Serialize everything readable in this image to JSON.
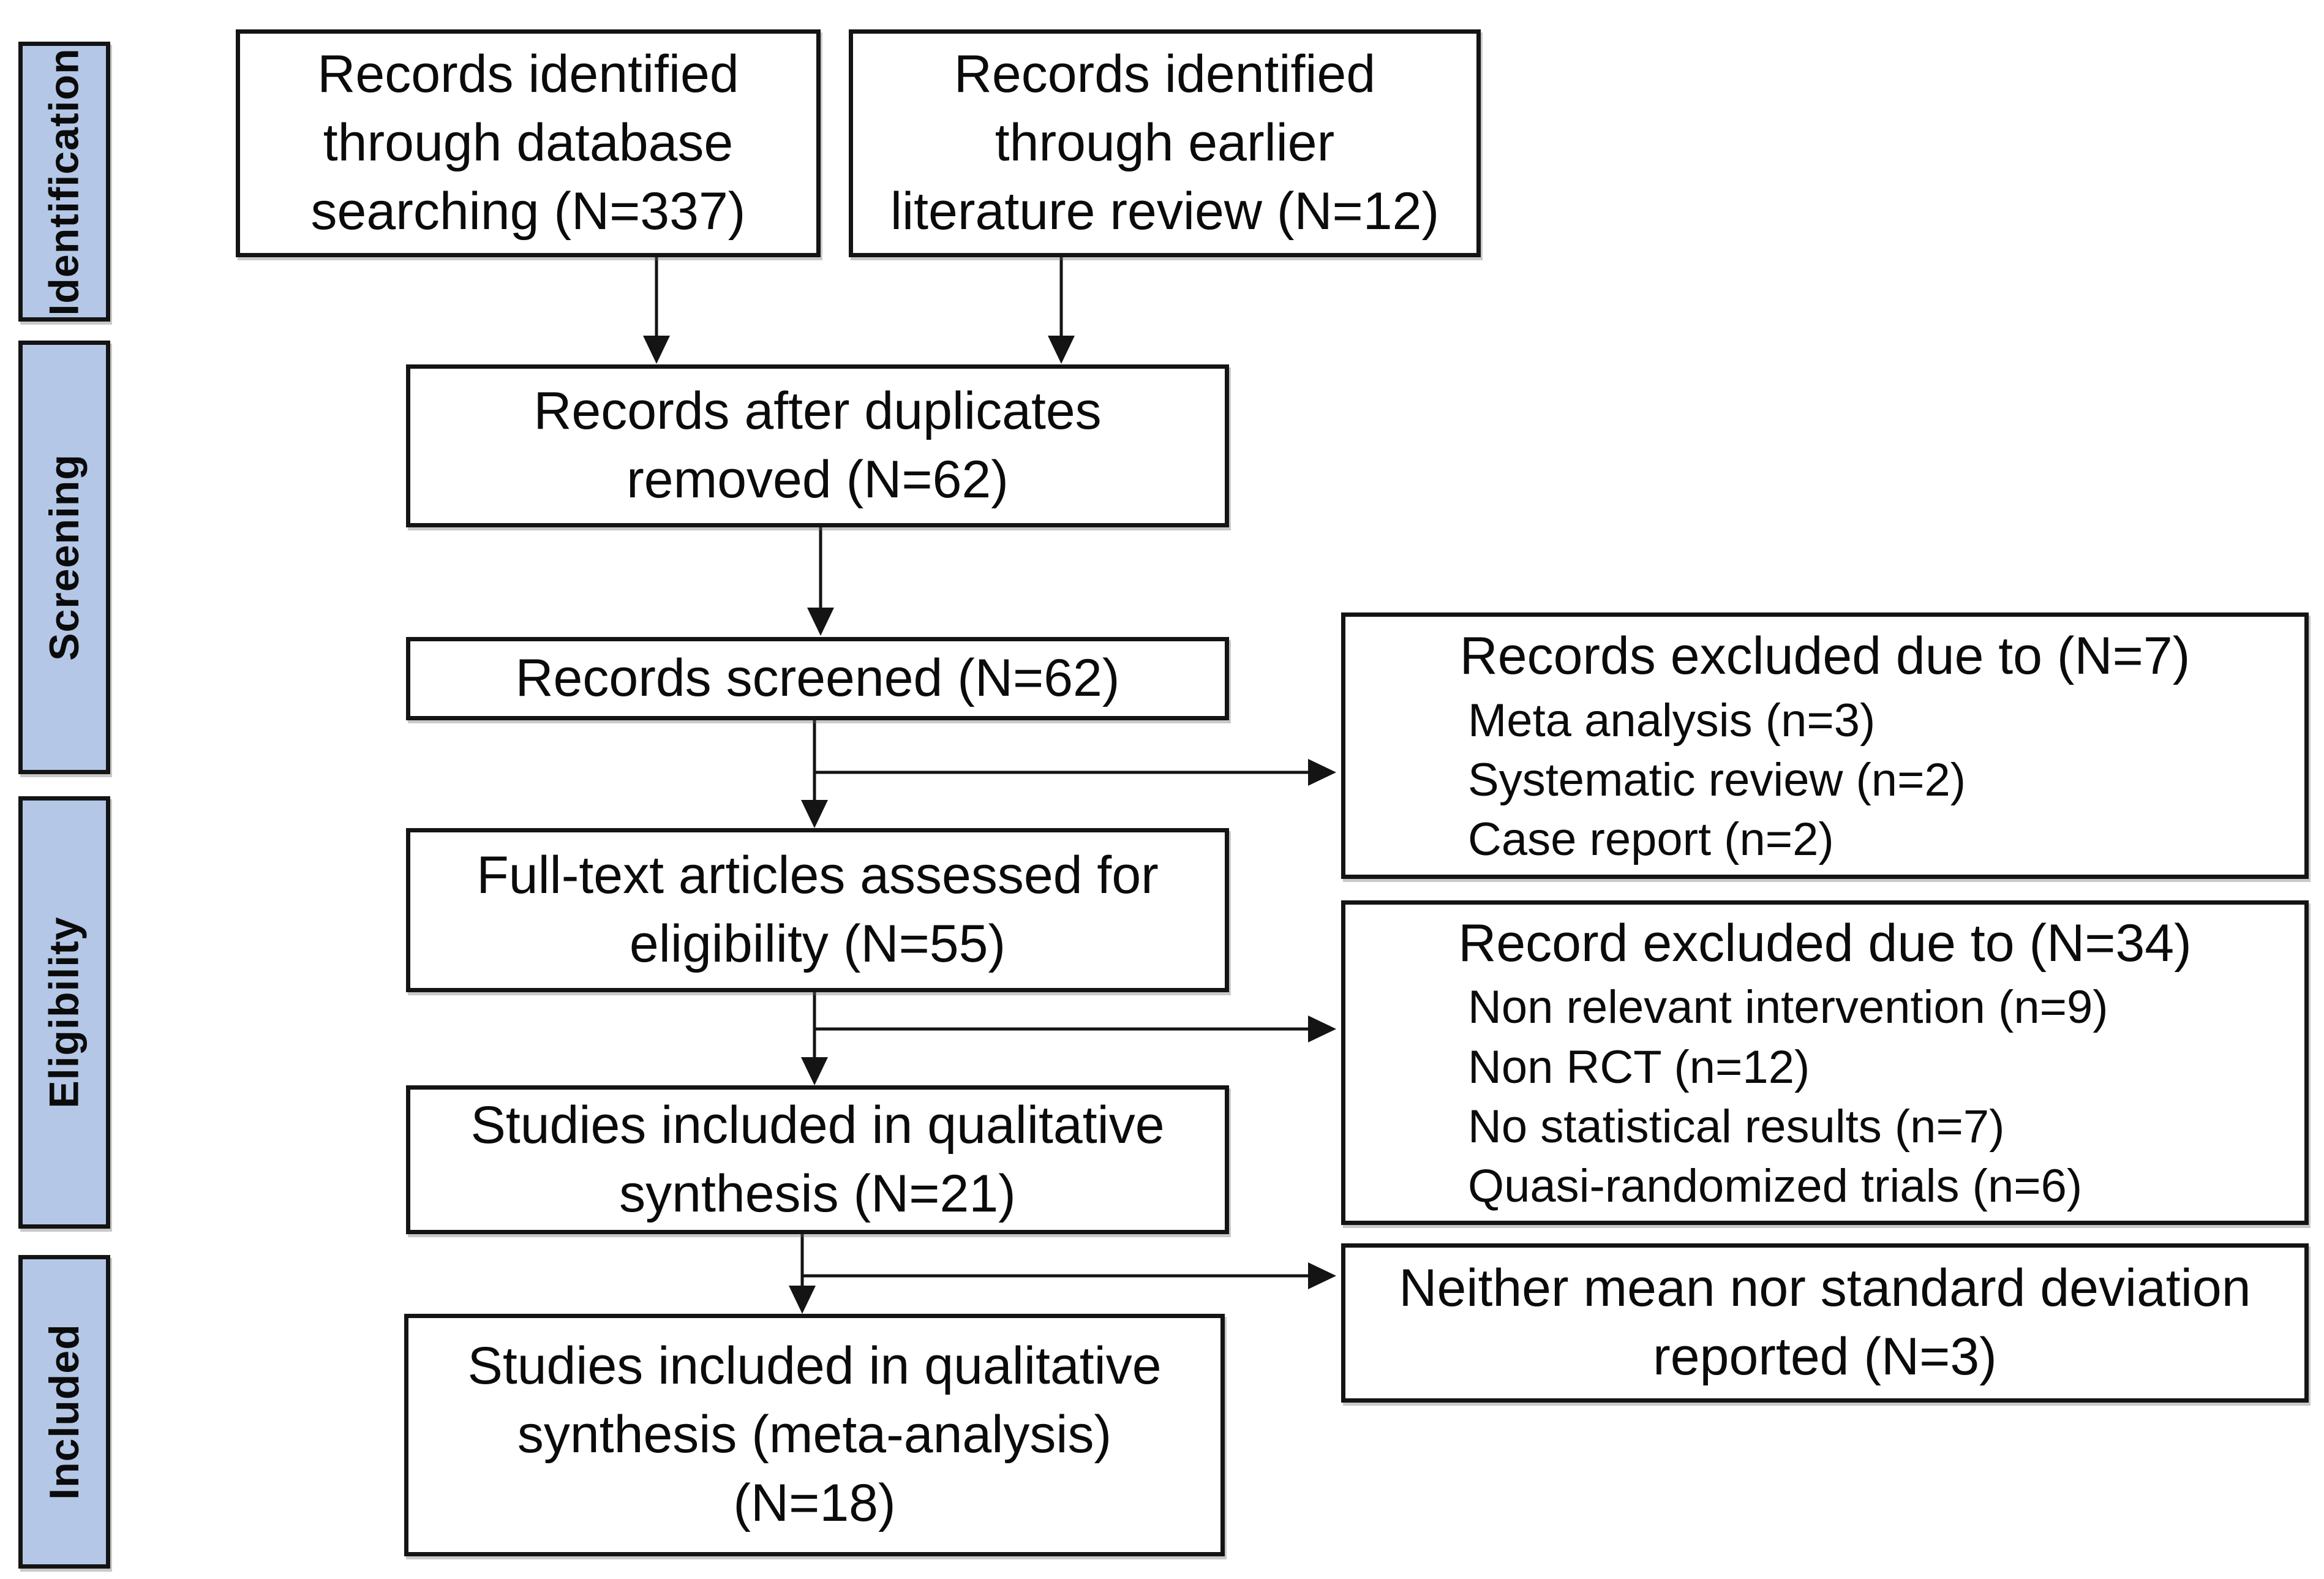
{
  "accent_color": "#b4c7e7",
  "border_color": "#141414",
  "sidebar": {
    "items": [
      {
        "label": "Identification"
      },
      {
        "label": "Screening"
      },
      {
        "label": "Eligibility"
      },
      {
        "label": "Included"
      }
    ]
  },
  "flow": {
    "db_search": {
      "text": "Records identified\nthrough database\nsearching (N=337)"
    },
    "earlier_review": {
      "text": "Records identified\nthrough earlier\nliterature review (N=12)"
    },
    "duplicates_removed": {
      "text": "Records after duplicates\nremoved (N=62)"
    },
    "screened": {
      "text": "Records screened (N=62)"
    },
    "fulltext": {
      "text": "Full-text articles assessed for\neligibility (N=55)"
    },
    "qualitative": {
      "text": "Studies included in qualitative\nsynthesis (N=21)"
    },
    "meta": {
      "text": "Studies included in qualitative\nsynthesis (meta-analysis)\n(N=18)"
    }
  },
  "exclusions": {
    "screening": {
      "heading": "Records excluded due to (N=7)",
      "items": [
        "Meta analysis (n=3)",
        "Systematic review (n=2)",
        "Case report (n=2)"
      ]
    },
    "eligibility": {
      "heading": "Record excluded due to (N=34)",
      "items": [
        "Non relevant intervention (n=9)",
        "Non RCT (n=12)",
        "No statistical results (n=7)",
        "Quasi-randomized trials (n=6)"
      ]
    },
    "no_stats": {
      "heading": "Neither mean nor standard deviation\nreported (N=3)"
    }
  }
}
